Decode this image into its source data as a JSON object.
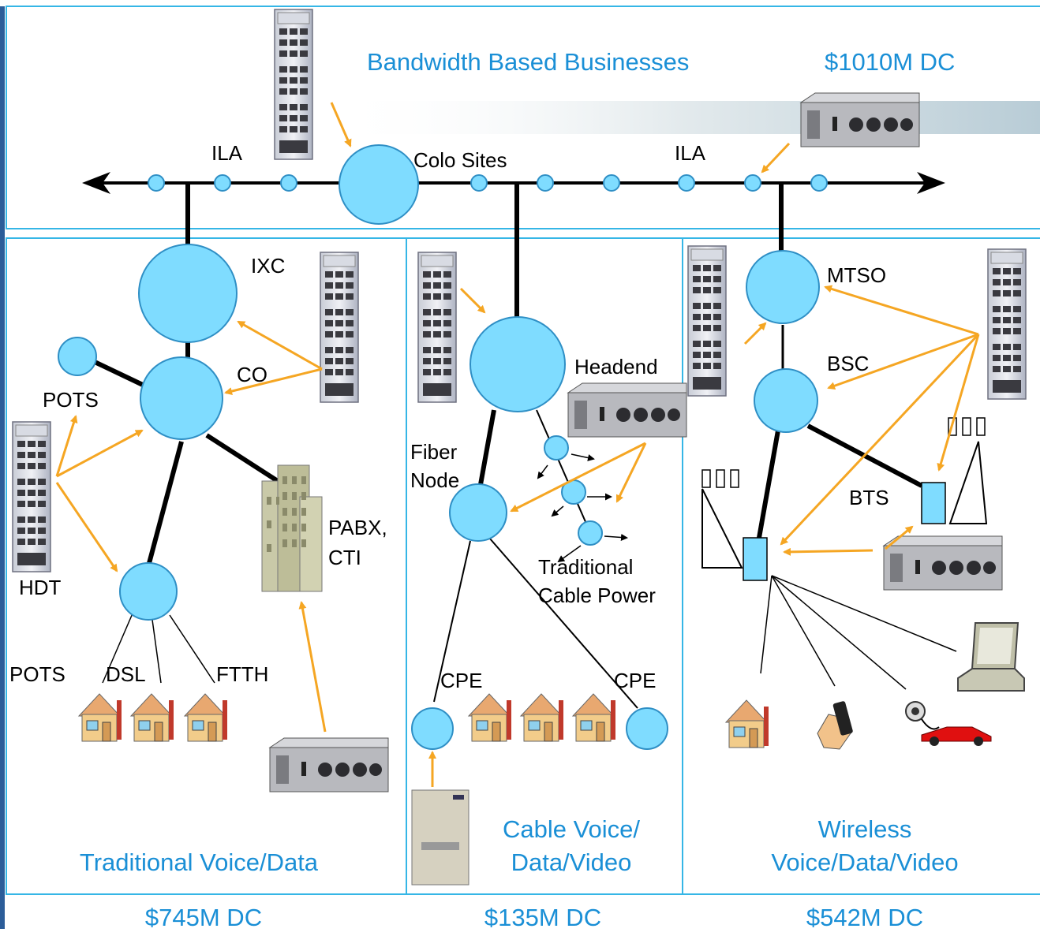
{
  "top": {
    "title": "Bandwidth Based Businesses",
    "value": "$1010M DC",
    "ila_left": "ILA",
    "ila_right": "ILA",
    "colo": "Colo Sites"
  },
  "left": {
    "ixc": "IXC",
    "co": "CO",
    "pots_top": "POTS",
    "hdt": "HDT",
    "pabx1": "PABX,",
    "pabx2": "CTI",
    "pots_bottom": "POTS",
    "dsl": "DSL",
    "ftth": "FTTH",
    "section": "Traditional Voice/Data",
    "value": "$745M DC"
  },
  "middle": {
    "headend": "Headend",
    "fiber1": "Fiber",
    "fiber2": "Node",
    "trad1": "Traditional",
    "trad2": "Cable Power",
    "cpe_left": "CPE",
    "cpe_right": "CPE",
    "section1": "Cable Voice/",
    "section2": "Data/Video",
    "value": "$135M DC"
  },
  "right": {
    "mtso": "MTSO",
    "bsc": "BSC",
    "bts": "BTS",
    "section1": "Wireless",
    "section2": "Voice/Data/Video",
    "value": "$542M DC"
  },
  "colors": {
    "node": "#7fdcff",
    "arrow": "#f5a623",
    "frame": "#35b6e6",
    "label": "#1a8fd6"
  }
}
